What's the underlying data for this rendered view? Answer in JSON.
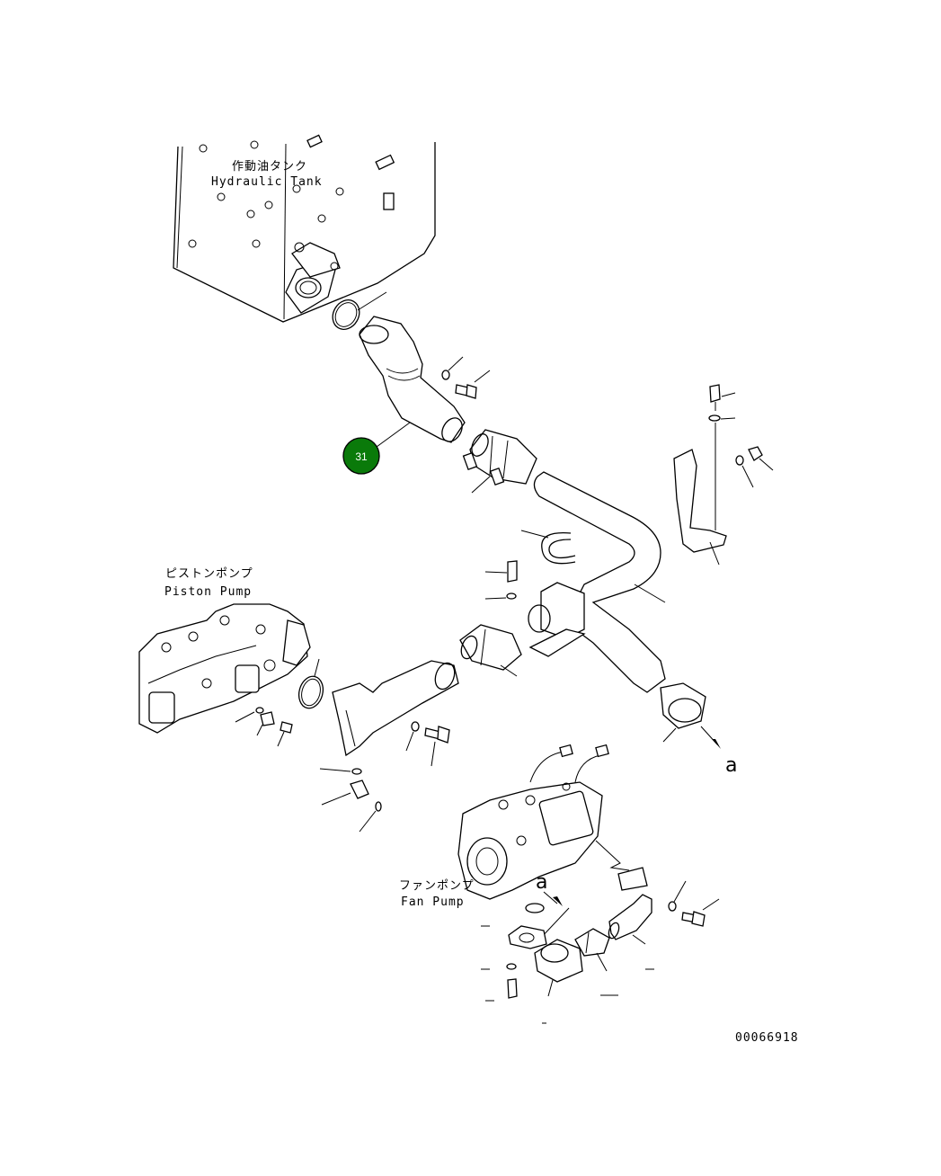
{
  "labels": {
    "tank_jp": "作動油タンク",
    "tank_en": "Hydraulic Tank",
    "piston_jp": "ピストンポンプ",
    "piston_en": "Piston Pump",
    "fan_jp": "ファンポンプ",
    "fan_en": "Fan Pump",
    "ref_a1": "a",
    "ref_a2": "a",
    "drawing_number": "00066918"
  },
  "callout": {
    "number": "31",
    "color": "#0a7a0a"
  }
}
